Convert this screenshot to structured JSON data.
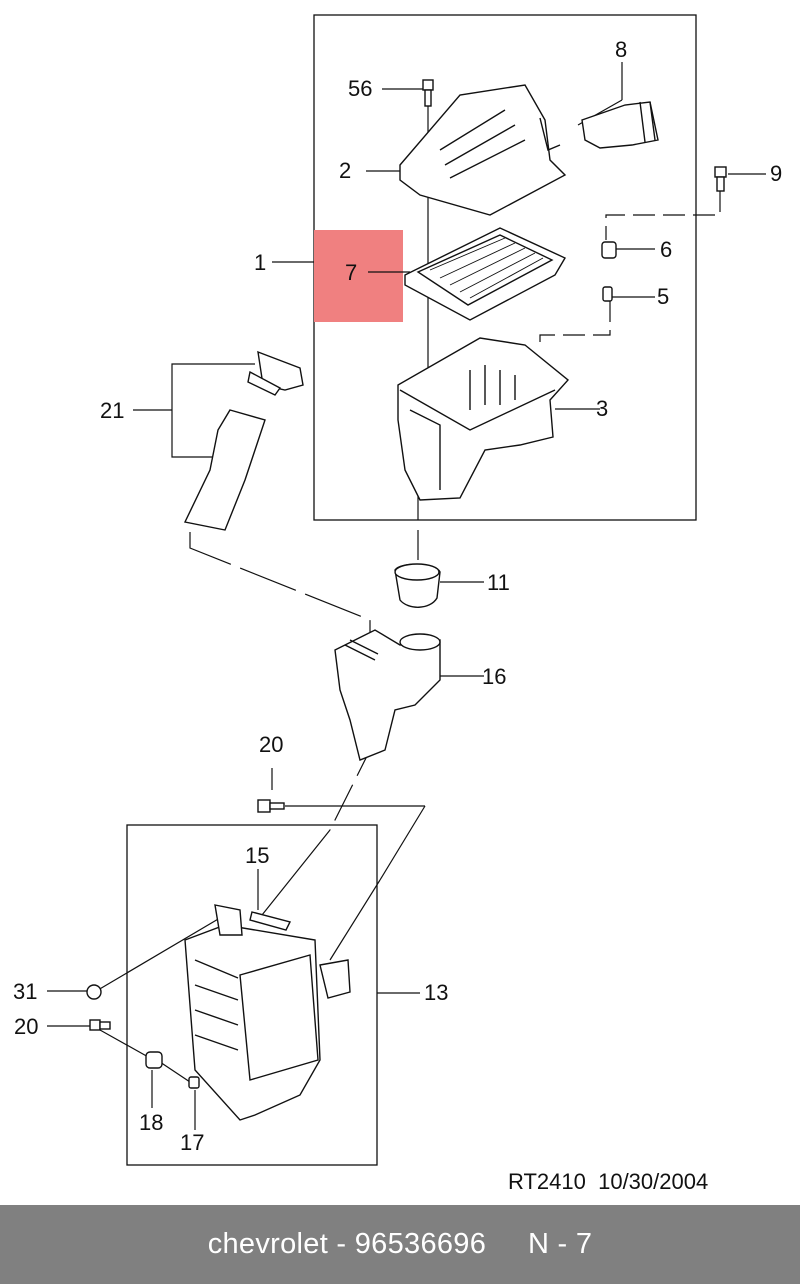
{
  "diagram": {
    "callouts": [
      {
        "id": "c1",
        "label": "1"
      },
      {
        "id": "c2",
        "label": "2"
      },
      {
        "id": "c3",
        "label": "3"
      },
      {
        "id": "c5",
        "label": "5"
      },
      {
        "id": "c6",
        "label": "6"
      },
      {
        "id": "c7",
        "label": "7"
      },
      {
        "id": "c8",
        "label": "8"
      },
      {
        "id": "c9",
        "label": "9"
      },
      {
        "id": "c11",
        "label": "11"
      },
      {
        "id": "c13",
        "label": "13"
      },
      {
        "id": "c15",
        "label": "15"
      },
      {
        "id": "c16",
        "label": "16"
      },
      {
        "id": "c17",
        "label": "17"
      },
      {
        "id": "c18",
        "label": "18"
      },
      {
        "id": "c20a",
        "label": "20"
      },
      {
        "id": "c20b",
        "label": "20"
      },
      {
        "id": "c21",
        "label": "21"
      },
      {
        "id": "c31",
        "label": "31"
      },
      {
        "id": "c56",
        "label": "56"
      }
    ],
    "highlight_color": "#f08080",
    "drawing_ref": "RT2410  10/30/2004"
  },
  "footer": {
    "text": "chevrolet - 96536696     N - 7",
    "background": "#808080",
    "text_color": "#ffffff"
  }
}
